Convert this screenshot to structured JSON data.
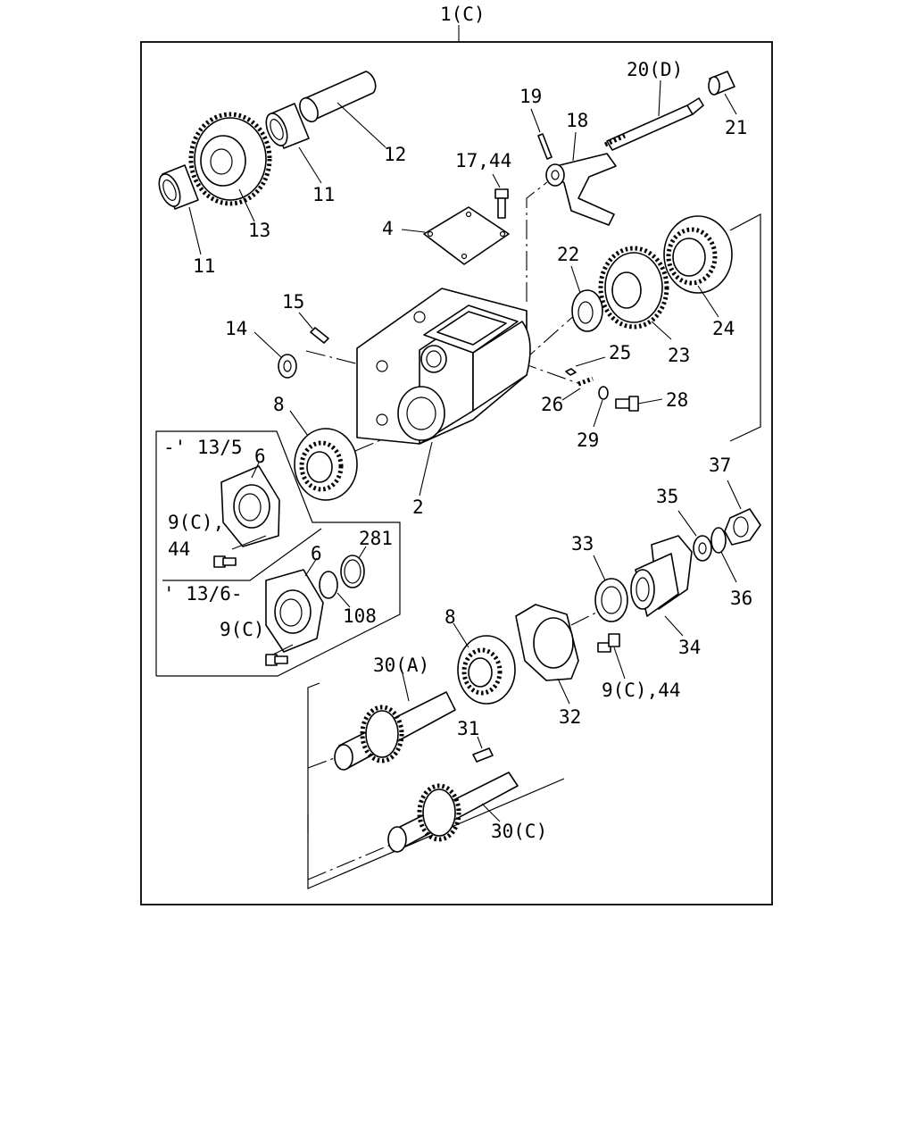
{
  "diagram": {
    "assembly_label": "1(C)",
    "variant_labels": {
      "before": "-' 13/5",
      "after": "' 13/6-"
    },
    "callouts": [
      {
        "id": "c2",
        "text": "2"
      },
      {
        "id": "c4",
        "text": "4"
      },
      {
        "id": "c6a",
        "text": "6"
      },
      {
        "id": "c6b",
        "text": "6"
      },
      {
        "id": "c8a",
        "text": "8"
      },
      {
        "id": "c8b",
        "text": "8"
      },
      {
        "id": "c9a",
        "text": "9(C),"
      },
      {
        "id": "c44a",
        "text": "44"
      },
      {
        "id": "c9b",
        "text": "9(C)"
      },
      {
        "id": "c9c",
        "text": "9(C),44"
      },
      {
        "id": "c11a",
        "text": "11"
      },
      {
        "id": "c11b",
        "text": "11"
      },
      {
        "id": "c12",
        "text": "12"
      },
      {
        "id": "c13",
        "text": "13"
      },
      {
        "id": "c14",
        "text": "14"
      },
      {
        "id": "c15",
        "text": "15"
      },
      {
        "id": "c17",
        "text": "17,44"
      },
      {
        "id": "c18",
        "text": "18"
      },
      {
        "id": "c19",
        "text": "19"
      },
      {
        "id": "c20",
        "text": "20(D)"
      },
      {
        "id": "c21",
        "text": "21"
      },
      {
        "id": "c22",
        "text": "22"
      },
      {
        "id": "c23",
        "text": "23"
      },
      {
        "id": "c24",
        "text": "24"
      },
      {
        "id": "c25",
        "text": "25"
      },
      {
        "id": "c26",
        "text": "26"
      },
      {
        "id": "c28",
        "text": "28"
      },
      {
        "id": "c29",
        "text": "29"
      },
      {
        "id": "c281",
        "text": "281"
      },
      {
        "id": "c108",
        "text": "108"
      },
      {
        "id": "c30a",
        "text": "30(A)"
      },
      {
        "id": "c30c",
        "text": "30(C)"
      },
      {
        "id": "c31",
        "text": "31"
      },
      {
        "id": "c32",
        "text": "32"
      },
      {
        "id": "c33",
        "text": "33"
      },
      {
        "id": "c34",
        "text": "34"
      },
      {
        "id": "c35",
        "text": "35"
      },
      {
        "id": "c36",
        "text": "36"
      },
      {
        "id": "c37",
        "text": "37"
      }
    ]
  }
}
